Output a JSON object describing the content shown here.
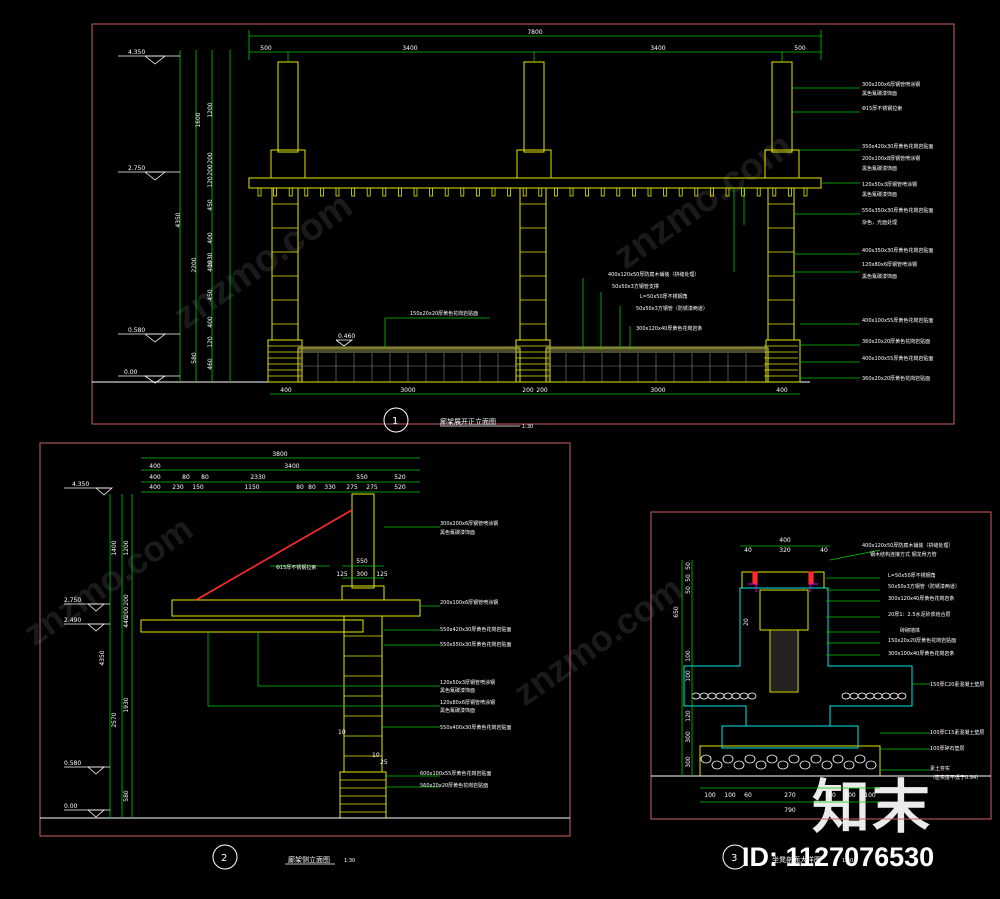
{
  "watermark": {
    "brand": "知末",
    "site": "znzmo.com",
    "id": "ID: 1127076530"
  },
  "view1": {
    "number": "1",
    "title": "廊架展开正立面图",
    "scale": "1:30",
    "overall_dim": "7800",
    "top_dims": [
      "500",
      "3400",
      "3400",
      "500"
    ],
    "bottom_dims": [
      "400",
      "3000",
      "200",
      "200",
      "3000",
      "400"
    ],
    "levels": [
      "4.350",
      "2.750",
      "0.580",
      "0.00"
    ],
    "level_inner": "0.460",
    "left_dims": [
      "1600",
      "1200",
      "200",
      "200",
      "120",
      "450",
      "400",
      "400",
      "450",
      "400",
      "120",
      "580",
      "460",
      "2200",
      "1930",
      "4350"
    ],
    "callouts": [
      "300x200x6厚钢管喷涂钢",
      "黑色氟碳漆饰面",
      "Φ15厚不锈钢拉索",
      "350x420x30厚黄色花岗岩贴面",
      "200x100x8厚钢管喷涂钢",
      "黑色氟碳漆饰面",
      "120x50x3厚钢管喷涂钢",
      "黑色氟碳漆饰面",
      "550x350x30厚黄色花岗岩贴面",
      "杂色，光面处理",
      "400x350x30厚黄色花岗岩贴面",
      "120x80x6厚钢管喷涂钢",
      "黑色氟碳漆饰面",
      "400x100x55厚黄色花岗岩贴面",
      "360x20x20厚黄色花岗岩贴面",
      "400x100x55厚黄色花岗岩贴面",
      "360x20x20厚黄色花岗岩贴面"
    ],
    "mid_callouts": [
      "150x20x20厚黄色花岗岩贴面",
      "400x120x50厚防腐木铺装（拼缝处理）",
      "50x50x3方钢管支撑",
      "L=50x50厚不锈钢角",
      "50x50x3方钢管（防锈漆两道）",
      "300x120x40厚黄色花岗岩条"
    ]
  },
  "view2": {
    "number": "2",
    "title": "廊架侧立面图",
    "scale": "1:30",
    "overall_dim": "3800",
    "dims_row1": [
      "400",
      "3400"
    ],
    "dims_row2": [
      "400",
      "80",
      "80",
      "2330",
      "550",
      "520"
    ],
    "dims_row3": [
      "400",
      "230",
      "150",
      "1150",
      "80",
      "80",
      "330",
      "275",
      "275",
      "520"
    ],
    "mid_dims": [
      "550",
      "125",
      "300",
      "125"
    ],
    "levels": [
      "4.350",
      "2.750",
      "2.490",
      "0.580",
      "0.00"
    ],
    "left_dims": [
      "1400",
      "1200",
      "200",
      "200",
      "440",
      "4350",
      "2570",
      "1930",
      "580"
    ],
    "small_dims": [
      "10",
      "10",
      "25"
    ],
    "callouts": [
      "300x200x6厚钢管喷涂钢",
      "黑色氟碳漆饰面",
      "Φ15厚不锈钢拉索",
      "200x100x6厚钢管喷涂钢",
      "550x420x30厚黄色花岗岩贴面",
      "550x550x30厚黄色花岗岩贴面",
      "120x50x3厚钢管喷涂钢",
      "黑色氟碳漆饰面",
      "120x80x6厚钢管喷涂钢",
      "黑色氟碳漆饰面",
      "550x400x30厚黄色花岗岩贴面",
      "600x100x55厚黄色花岗岩贴面",
      "560x20x20厚黄色花岗岩贴面"
    ]
  },
  "view3": {
    "number": "3",
    "title": "坐凳剖面大样图",
    "scale": "1:30",
    "top_dims": [
      "400",
      "40",
      "320",
      "40"
    ],
    "bottom_dims": [
      "100",
      "100",
      "60",
      "270",
      "60",
      "100",
      "100"
    ],
    "bottom_total": "790",
    "left_dims": [
      "50",
      "50",
      "50",
      "650",
      "100",
      "100",
      "120",
      "300",
      "300",
      "20"
    ],
    "callouts": [
      "400x120x50厚防腐木铺装（拼缝处理）",
      "钢木结构连接方式 钢龙骨方管",
      "L=50x50厚不锈钢角",
      "50x50x3方钢管（防锈漆两道）",
      "300x120x40厚黄色花岗岩条",
      "20厚1：2.5水泥砂浆结合层",
      "砖砌墙体",
      "150x20x20厚黄色花岗岩贴面",
      "300x100x40厚黄色花岗岩条",
      "150厚C20素混凝土垫层",
      "100厚C15素混凝土垫层",
      "100厚碎石垫层",
      "素土夯实",
      "（密实度不低于0.94）"
    ]
  },
  "colors": {
    "line_yellow": "#e6e600",
    "dim_green": "#00c800",
    "frame_red": "#c86464",
    "text_white": "#ffffff",
    "cyan": "#00e6e6",
    "magenta": "#e600e6",
    "red": "#ff2a2a"
  }
}
